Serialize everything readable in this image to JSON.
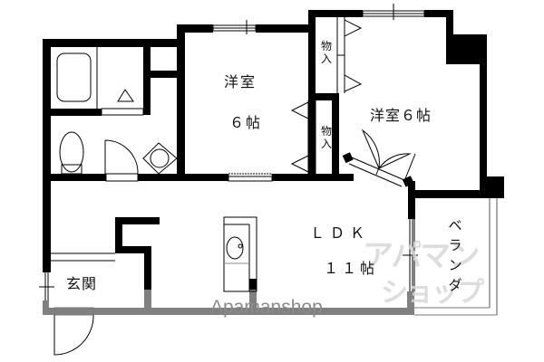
{
  "floor_plan": {
    "rooms": {
      "western_room_1": {
        "name": "洋室",
        "size": "６帖"
      },
      "western_room_2": {
        "label": "洋室６帖"
      },
      "ldk": {
        "name": "ＬＤＫ",
        "size": "１１帖"
      },
      "entrance": {
        "label": "玄関"
      },
      "veranda": {
        "label": "ベランダ"
      },
      "closet_1": {
        "label": "物入"
      },
      "closet_2": {
        "label": "物入"
      }
    },
    "fixtures": [
      "bathtub",
      "toilet",
      "washing-machine-space",
      "kitchen-sink"
    ],
    "colors": {
      "wall": "#000000",
      "exterior_wall": "#808080",
      "background": "#ffffff"
    }
  },
  "watermark": {
    "brand": "Apamanshop",
    "logo_line1": "アパマン",
    "logo_line2": "ショップ"
  }
}
